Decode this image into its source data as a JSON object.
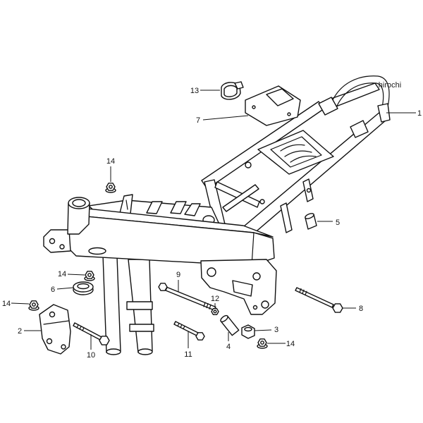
{
  "watermark": "hirochi",
  "callouts": [
    "13",
    "7",
    "1",
    "14",
    "5",
    "14",
    "6",
    "9",
    "12",
    "14",
    "8",
    "2",
    "3",
    "10",
    "11",
    "4",
    "14"
  ],
  "colors": {
    "line": "#111111",
    "background": "#ffffff"
  }
}
